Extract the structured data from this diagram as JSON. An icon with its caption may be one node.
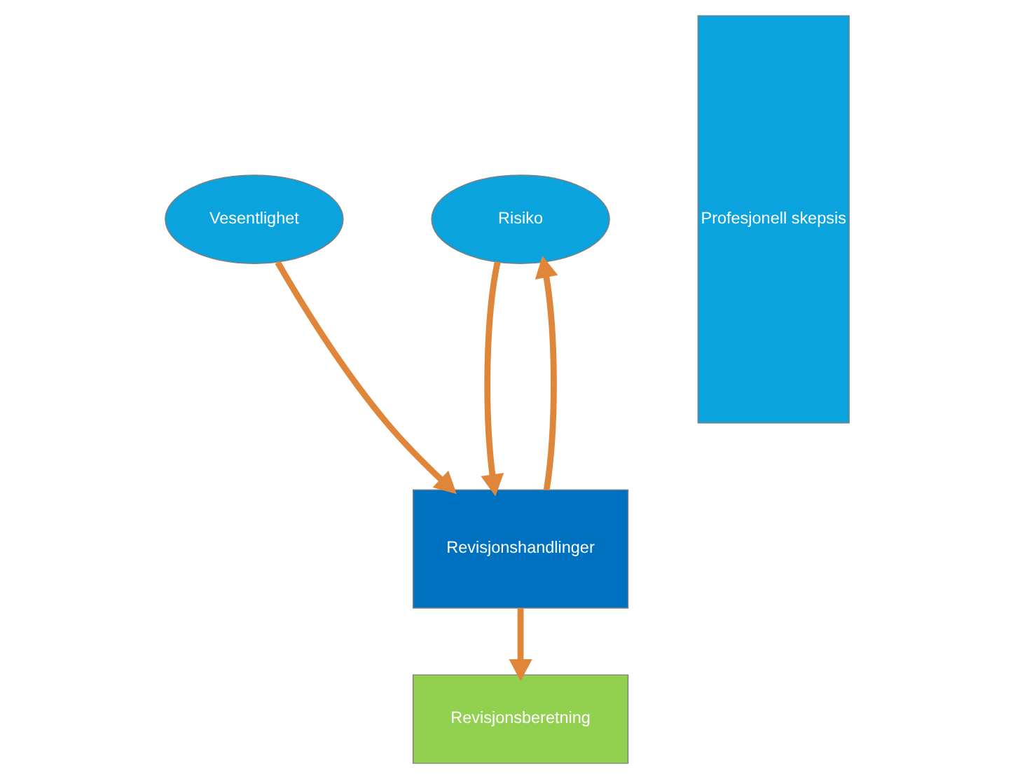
{
  "diagram": {
    "nodes": [
      {
        "text": [
          "Vesentlighet"
        ]
      },
      {
        "text": [
          "Risiko"
        ]
      },
      {
        "text": [
          "Revisjonshandlinger"
        ]
      },
      {
        "text": [
          "Revisjonsberetning"
        ]
      },
      {
        "text": [
          "Profesjonell skepsis"
        ]
      }
    ],
    "edges": [
      {
        "from": 0,
        "to": 2,
        "arrow": "to"
      },
      {
        "from": 1,
        "to": 2,
        "arrow": "to"
      },
      {
        "from": 2,
        "to": 3,
        "arrow": "to"
      },
      {
        "from": 2,
        "to": 1,
        "arrow": "to"
      }
    ]
  }
}
